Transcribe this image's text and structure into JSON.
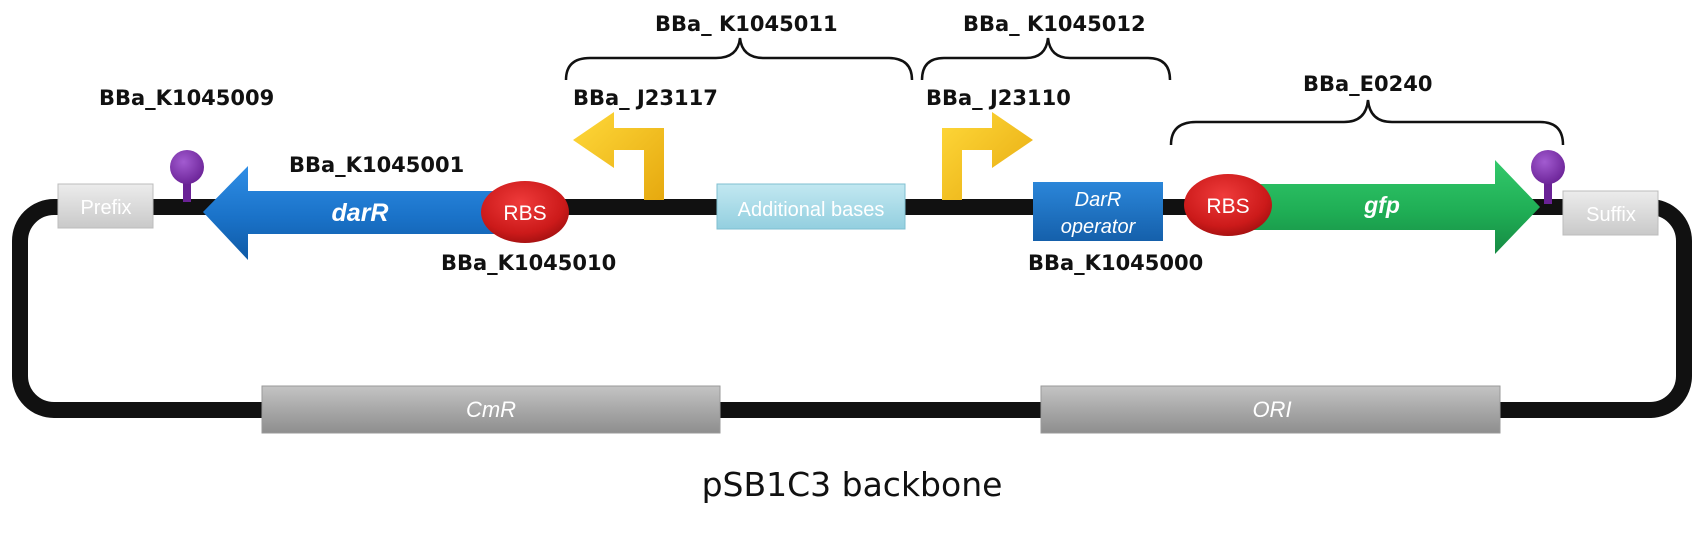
{
  "labels": {
    "terminator_left": "BBa_K1045009",
    "darR_part": "BBa_K1045001",
    "rbs_left_part": "BBa_K1045010",
    "promoter_left_part": "BBa_ J23117",
    "construct_left": "BBa_ K1045011",
    "promoter_right_part": "BBa_ J23110",
    "construct_right": "BBa_ K1045012",
    "operator_part": "BBa_K1045000",
    "reporter_part": "BBa_E0240"
  },
  "parts": {
    "prefix": "Prefix",
    "suffix": "Suffix",
    "darR": "darR",
    "rbs_left": "RBS",
    "rbs_right": "RBS",
    "additional_bases": "Additional bases",
    "operator_line1": "DarR",
    "operator_line2": "operator",
    "gfp": "gfp",
    "cmr": "CmR",
    "ori": "ORI"
  },
  "backbone": "pSB1C3 backbone",
  "colors": {
    "backbone_line": "#111111",
    "darR": "#1a72c8",
    "gfp": "#1fae55",
    "rbs": "#cc1a1a",
    "promoter": "#f2c21a",
    "terminator": "#7a2ea6",
    "additional_bases": "#a9dbe7",
    "operator": "#1a6fc0",
    "scar_box": "#d5d5d5",
    "marker_box": "#a8a8a8"
  },
  "icons": [
    "terminator-icon",
    "promoter-arrow-icon"
  ]
}
